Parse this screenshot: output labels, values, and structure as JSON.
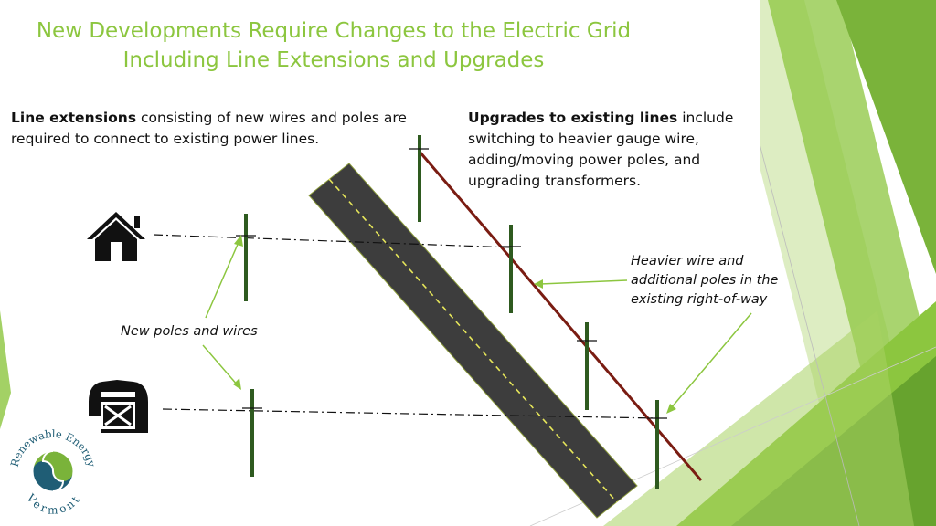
{
  "slide": {
    "title_line1": "New Developments Require Changes to the Electric Grid",
    "title_line2": "Including Line Extensions and Upgrades"
  },
  "left_text": {
    "bold": "Line extensions",
    "rest": " consisting of new wires and poles are required to connect to existing power lines."
  },
  "right_text": {
    "bold": "Upgrades to existing lines",
    "rest": " include switching to heavier gauge wire, adding/moving power poles, and upgrading transformers."
  },
  "callouts": {
    "heavier_line1": "Heavier wire and",
    "heavier_line2": "additional poles in the",
    "heavier_line3": "existing right-of-way",
    "new_poles": "New poles and wires"
  },
  "logo": {
    "top_text": "Renewable Energy",
    "bottom_text": "Vermont"
  },
  "icons": {
    "house": "house-icon",
    "barn": "barn-icon",
    "logo": "swirl-logo-icon"
  },
  "colors": {
    "title": "#8cc63f",
    "pole": "#2e5a1f",
    "heavy_wire": "#7a1c12",
    "road": "#3d3d3d",
    "road_center": "#e6e65a",
    "accent_green": "#8cc63f",
    "logo_blue": "#1f5d75",
    "logo_green": "#7ab33a"
  }
}
